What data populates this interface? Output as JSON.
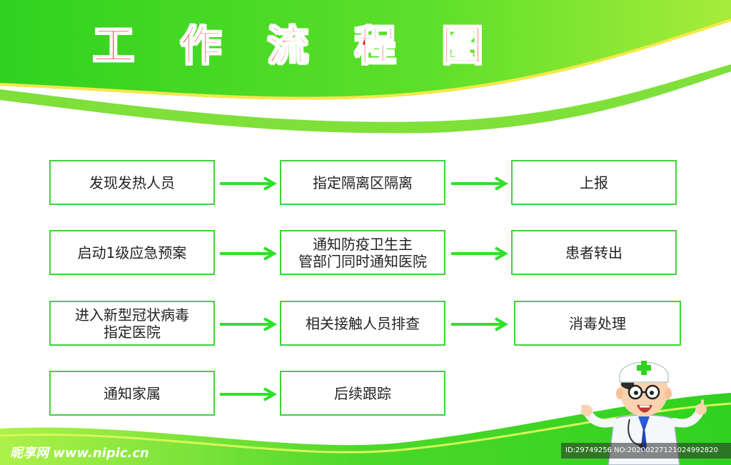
{
  "title": "工 作 流 程 图",
  "rows": [
    [
      "发现发热人员",
      "指定隔离区隔离",
      "上报"
    ],
    [
      "启动1级应急预案",
      "通知防疫卫生主\n管部门同时通知医院",
      "患者转出"
    ],
    [
      "进入新型冠状病毒\n指定医院",
      "相关接触人员排查",
      "消毒处理"
    ],
    [
      "通知家属",
      "后续跟踪"
    ]
  ],
  "watermark": {
    "logo": "昵享网 www.nipic.cn",
    "id": "ID:29749256 NO:20200227121024992820"
  },
  "colors": {
    "green": "#3fd43a",
    "title_red": "#e8141c",
    "arrow": "#2fe02a"
  }
}
